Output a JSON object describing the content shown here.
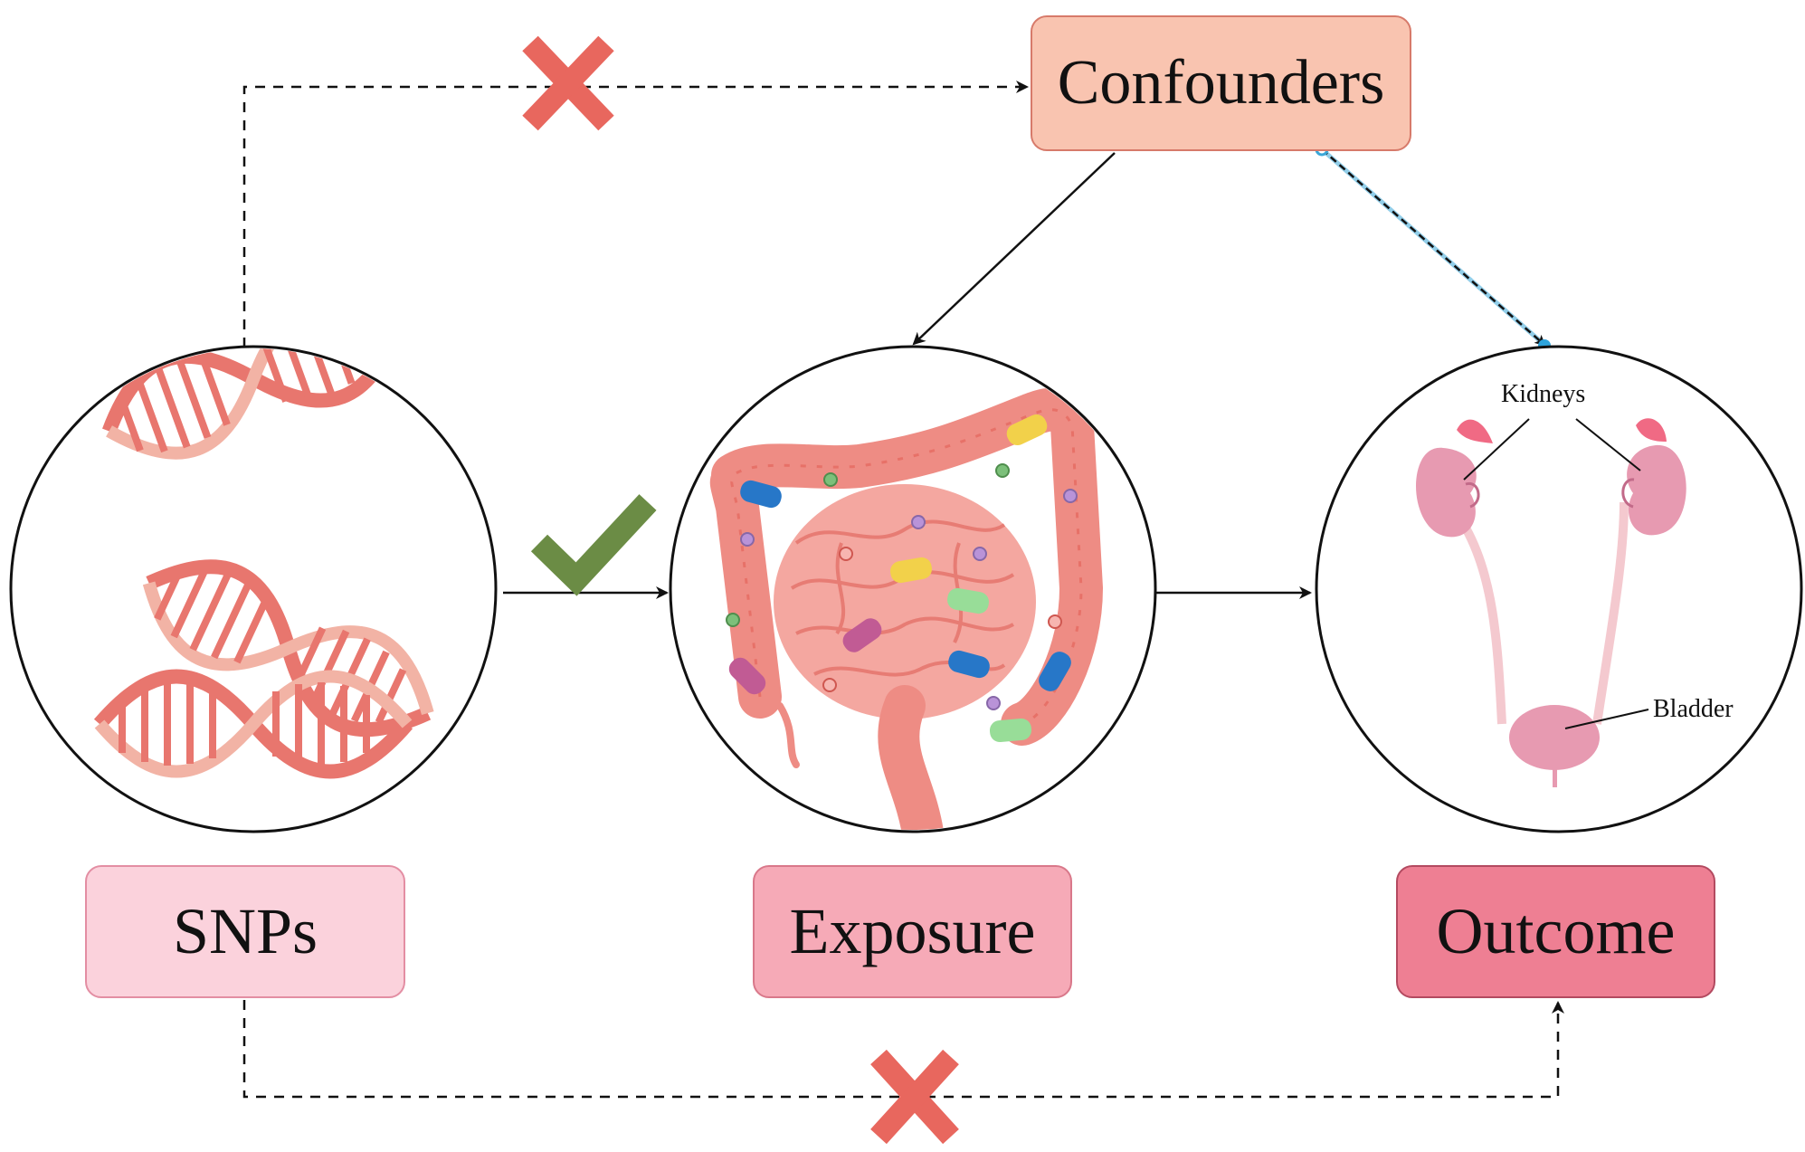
{
  "nodes": {
    "confounders": "Confounders",
    "snps": "SNPs",
    "exposure": "Exposure",
    "outcome": "Outcome"
  },
  "organ_labels": {
    "kidneys": "Kidneys",
    "bladder": "Bladder"
  },
  "edges": [
    {
      "from": "SNPs",
      "to": "Confounders",
      "style": "dashed",
      "status": "blocked"
    },
    {
      "from": "SNPs",
      "to": "Exposure",
      "style": "solid",
      "status": "valid"
    },
    {
      "from": "Confounders",
      "to": "Exposure",
      "style": "solid"
    },
    {
      "from": "Confounders",
      "to": "Outcome",
      "style": "dashed"
    },
    {
      "from": "Exposure",
      "to": "Outcome",
      "style": "solid"
    },
    {
      "from": "SNPs",
      "to": "Outcome",
      "style": "dashed",
      "status": "blocked"
    }
  ],
  "icons": {
    "blocked": "red-cross-icon",
    "valid": "green-check-icon",
    "dna": "dna-helix-icon",
    "intestine": "intestine-icon",
    "urinary": "kidneys-bladder-icon"
  },
  "colors": {
    "cross": "#e8675e",
    "check": "#6b8c45",
    "confounders_fill": "#f9c4b0",
    "snps_fill": "#fbd2dc",
    "exposure_fill": "#f6aab7",
    "outcome_fill": "#ee7f93",
    "dna": "#e8766e",
    "intestine": "#ee8c84"
  }
}
